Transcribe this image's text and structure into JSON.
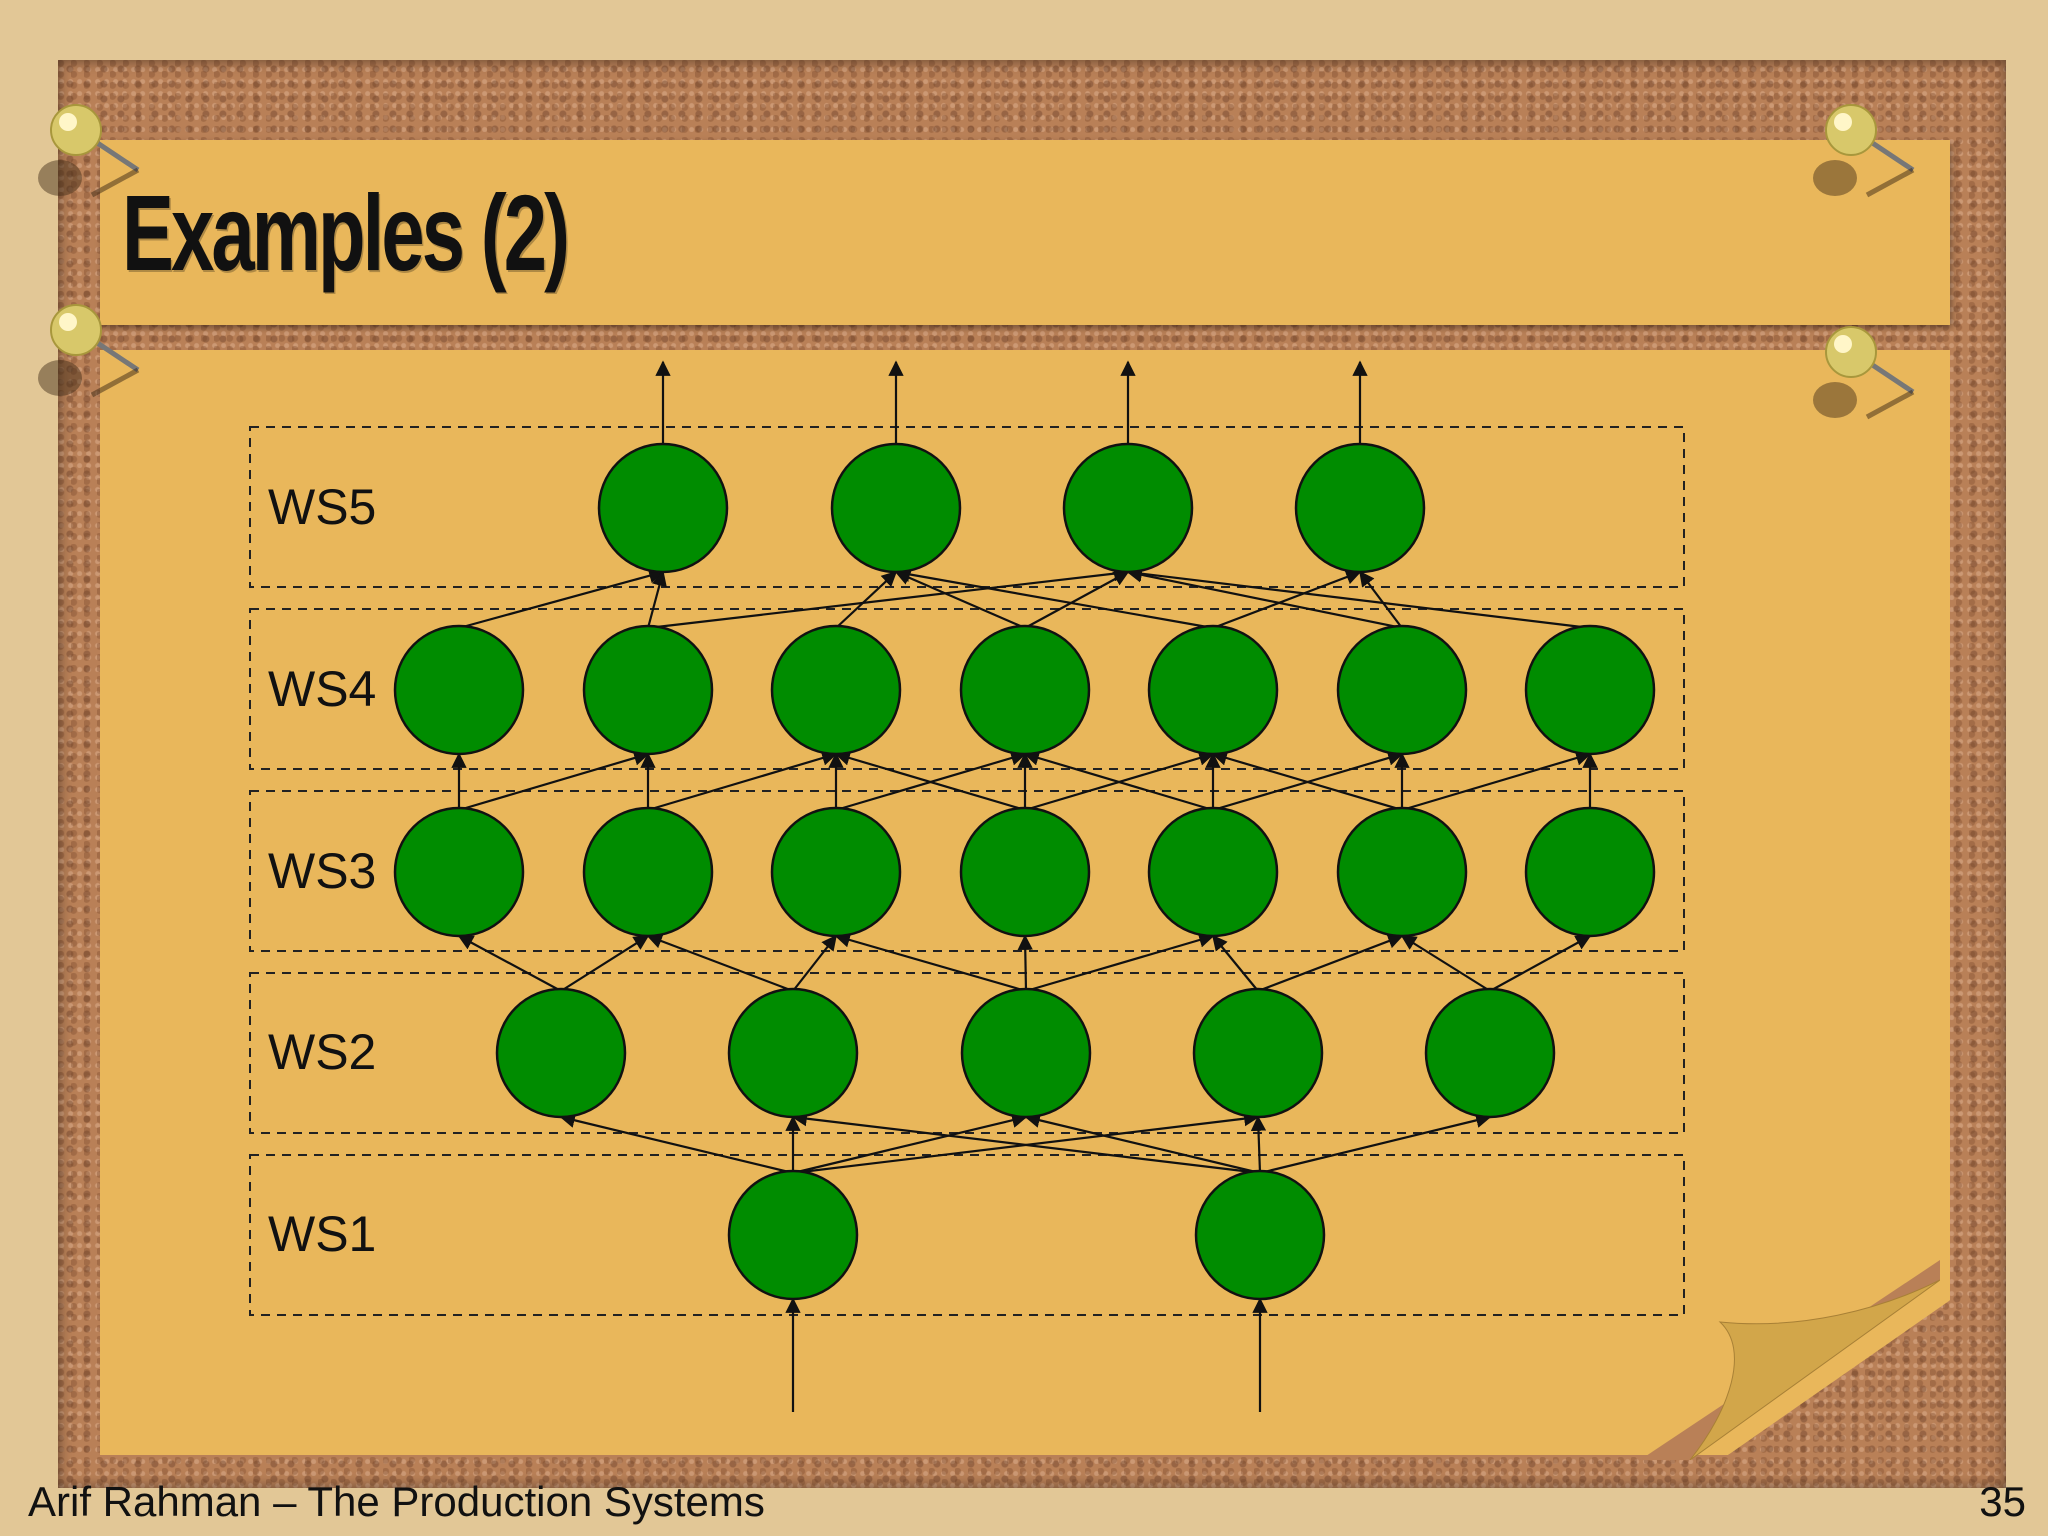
{
  "slide": {
    "title": "Examples (2)",
    "footer": "Arif Rahman – The Production Systems",
    "page_number": "35"
  },
  "diagram": {
    "node_color": "#008c00",
    "layers": [
      {
        "label": "WS5",
        "node_count": 4
      },
      {
        "label": "WS4",
        "node_count": 7
      },
      {
        "label": "WS3",
        "node_count": 7
      },
      {
        "label": "WS2",
        "node_count": 5
      },
      {
        "label": "WS1",
        "node_count": 2
      }
    ]
  },
  "icons": [
    "push-pin-icon"
  ]
}
